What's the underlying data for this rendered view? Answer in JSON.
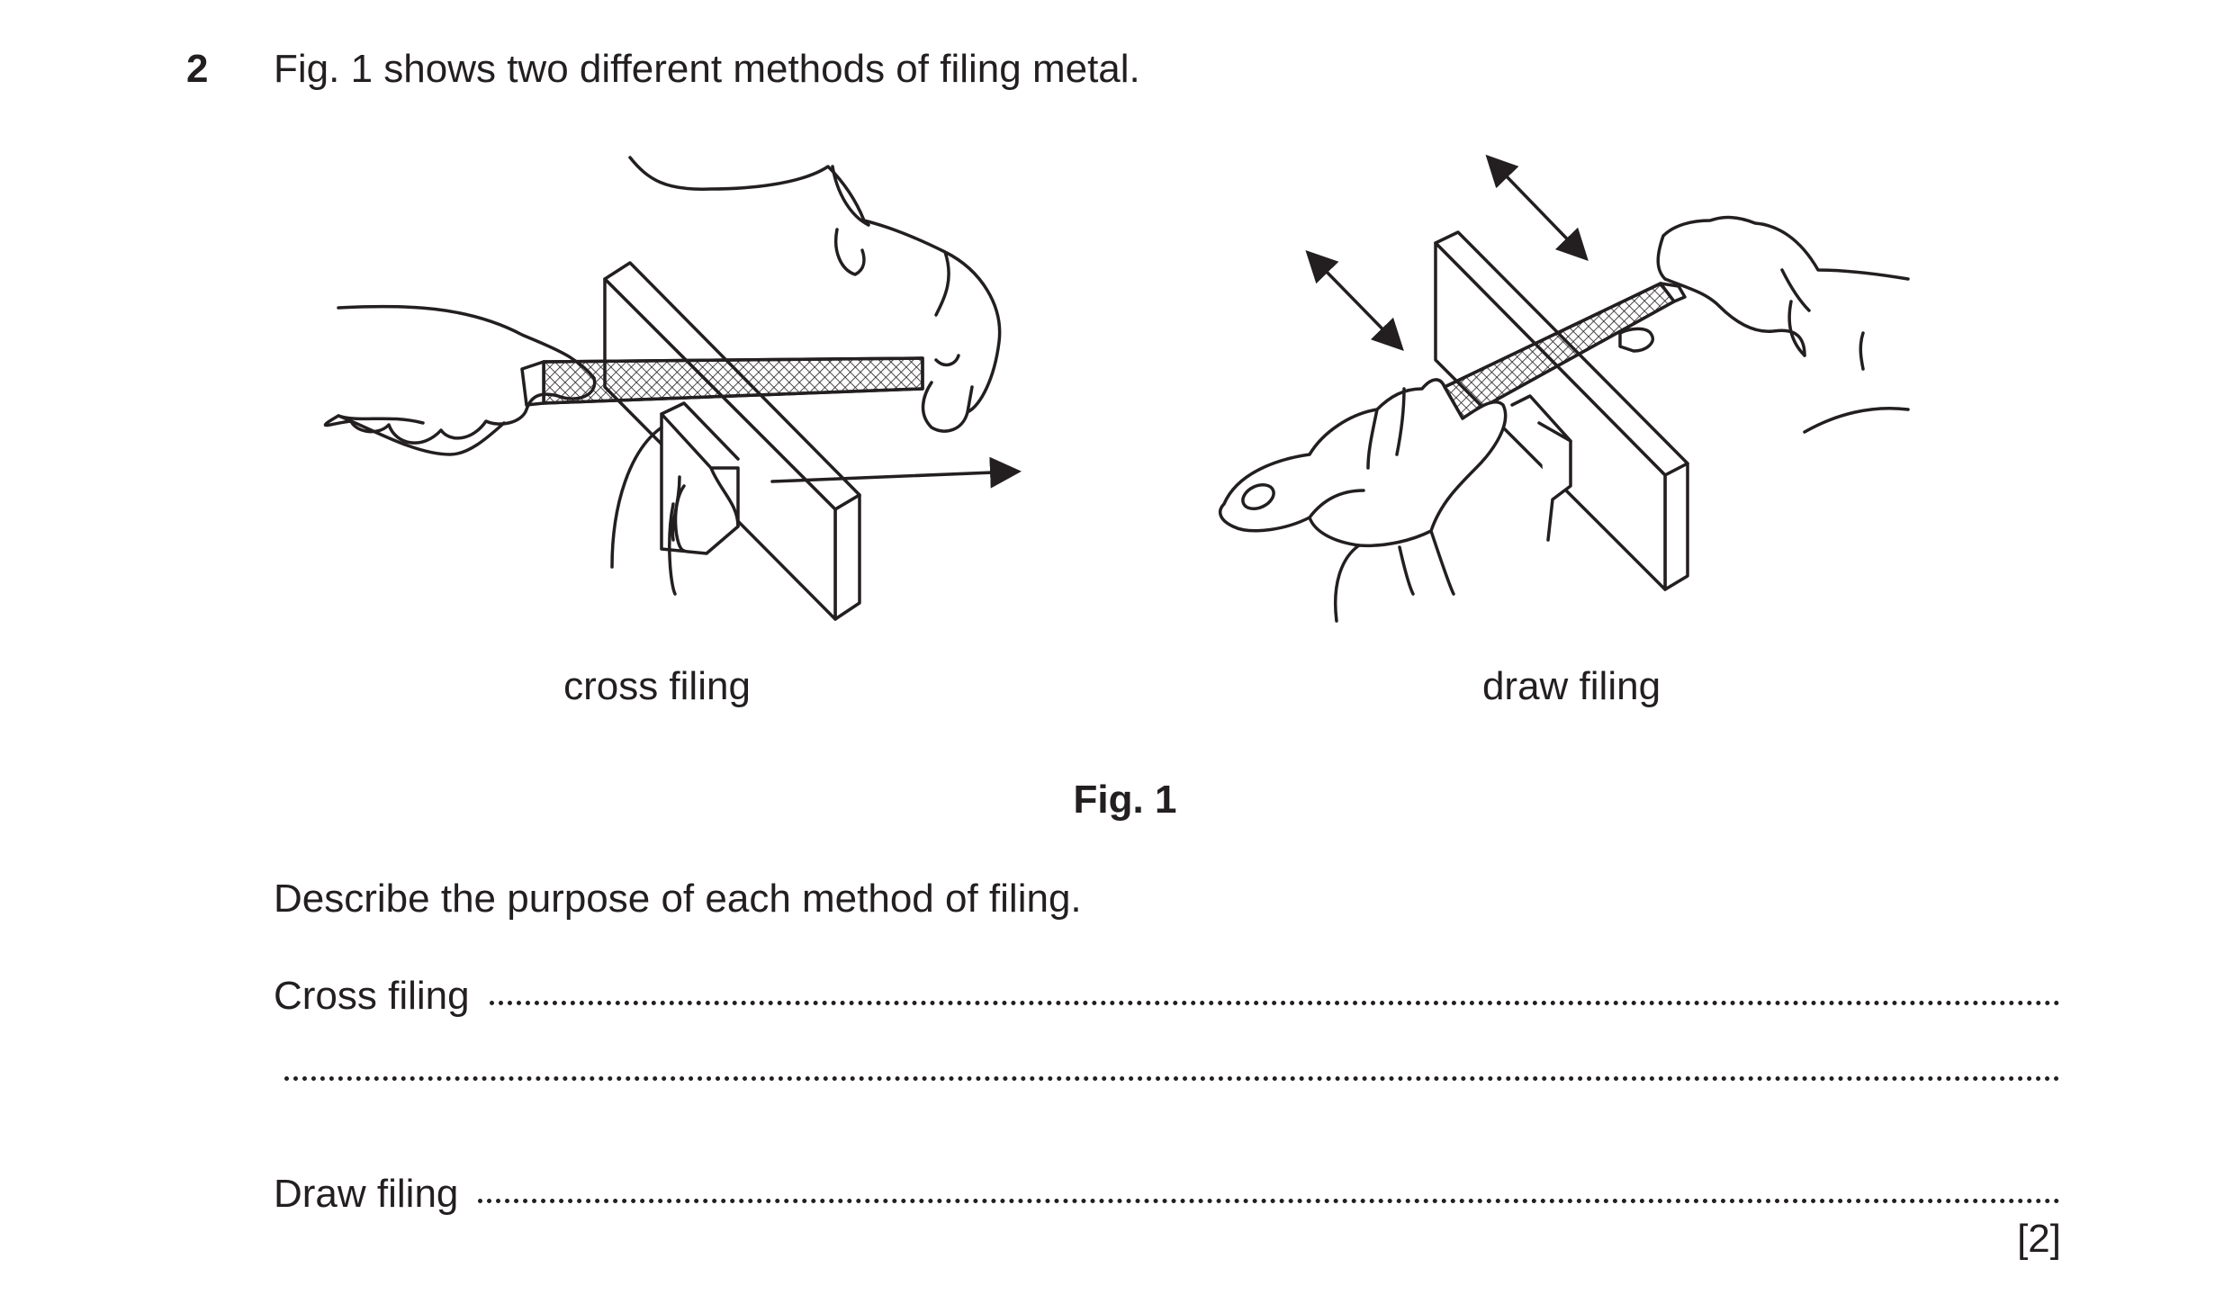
{
  "question": {
    "number": "2",
    "stem": "Fig. 1 shows two different methods of filing metal."
  },
  "figure": {
    "captions": [
      "cross filing",
      "draw filing"
    ],
    "label": "Fig. 1"
  },
  "task": {
    "prompt": "Describe the purpose of each method of filing.",
    "answers": [
      {
        "label": "Cross filing"
      },
      {
        "label": ""
      },
      {
        "label": "Draw filing"
      }
    ],
    "marks": "[2]"
  }
}
